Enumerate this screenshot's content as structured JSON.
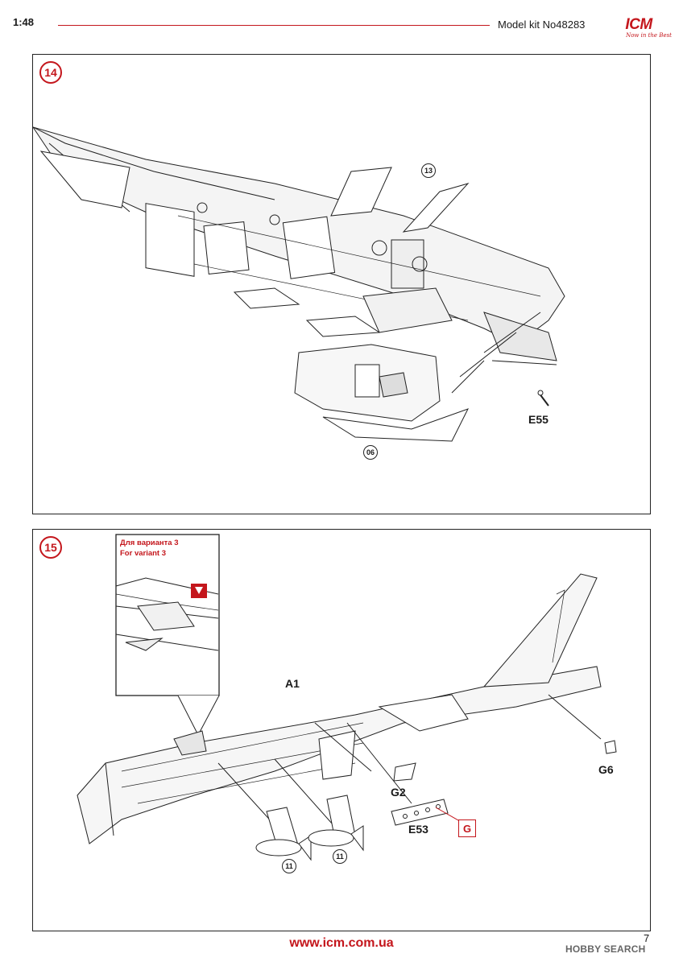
{
  "header": {
    "scale": "1:48",
    "model_kit": "Model kit No48283",
    "brand": "ICM",
    "brand_tagline": "Now in the Best"
  },
  "steps": [
    {
      "number": "14",
      "labels": {
        "part": "E55",
        "ref_13": "13",
        "ref_06": "06"
      }
    },
    {
      "number": "15",
      "variant_note_ru": "Для варианта 3",
      "variant_note_en": "For variant 3",
      "labels": {
        "a1": "A1",
        "g2": "G2",
        "g6": "G6",
        "e53": "E53",
        "g_box": "G",
        "ref_11a": "11",
        "ref_11b": "11"
      }
    }
  ],
  "footer": {
    "url": "www.icm.com.ua",
    "page_number": "7",
    "watermark": "HOBBY SEARCH"
  },
  "colors": {
    "accent": "#c4161c",
    "ink": "#1a1a1a"
  },
  "icons": [
    "glue-icon",
    "fuselage-drawing",
    "cockpit-drawing",
    "bomb-drawing"
  ]
}
